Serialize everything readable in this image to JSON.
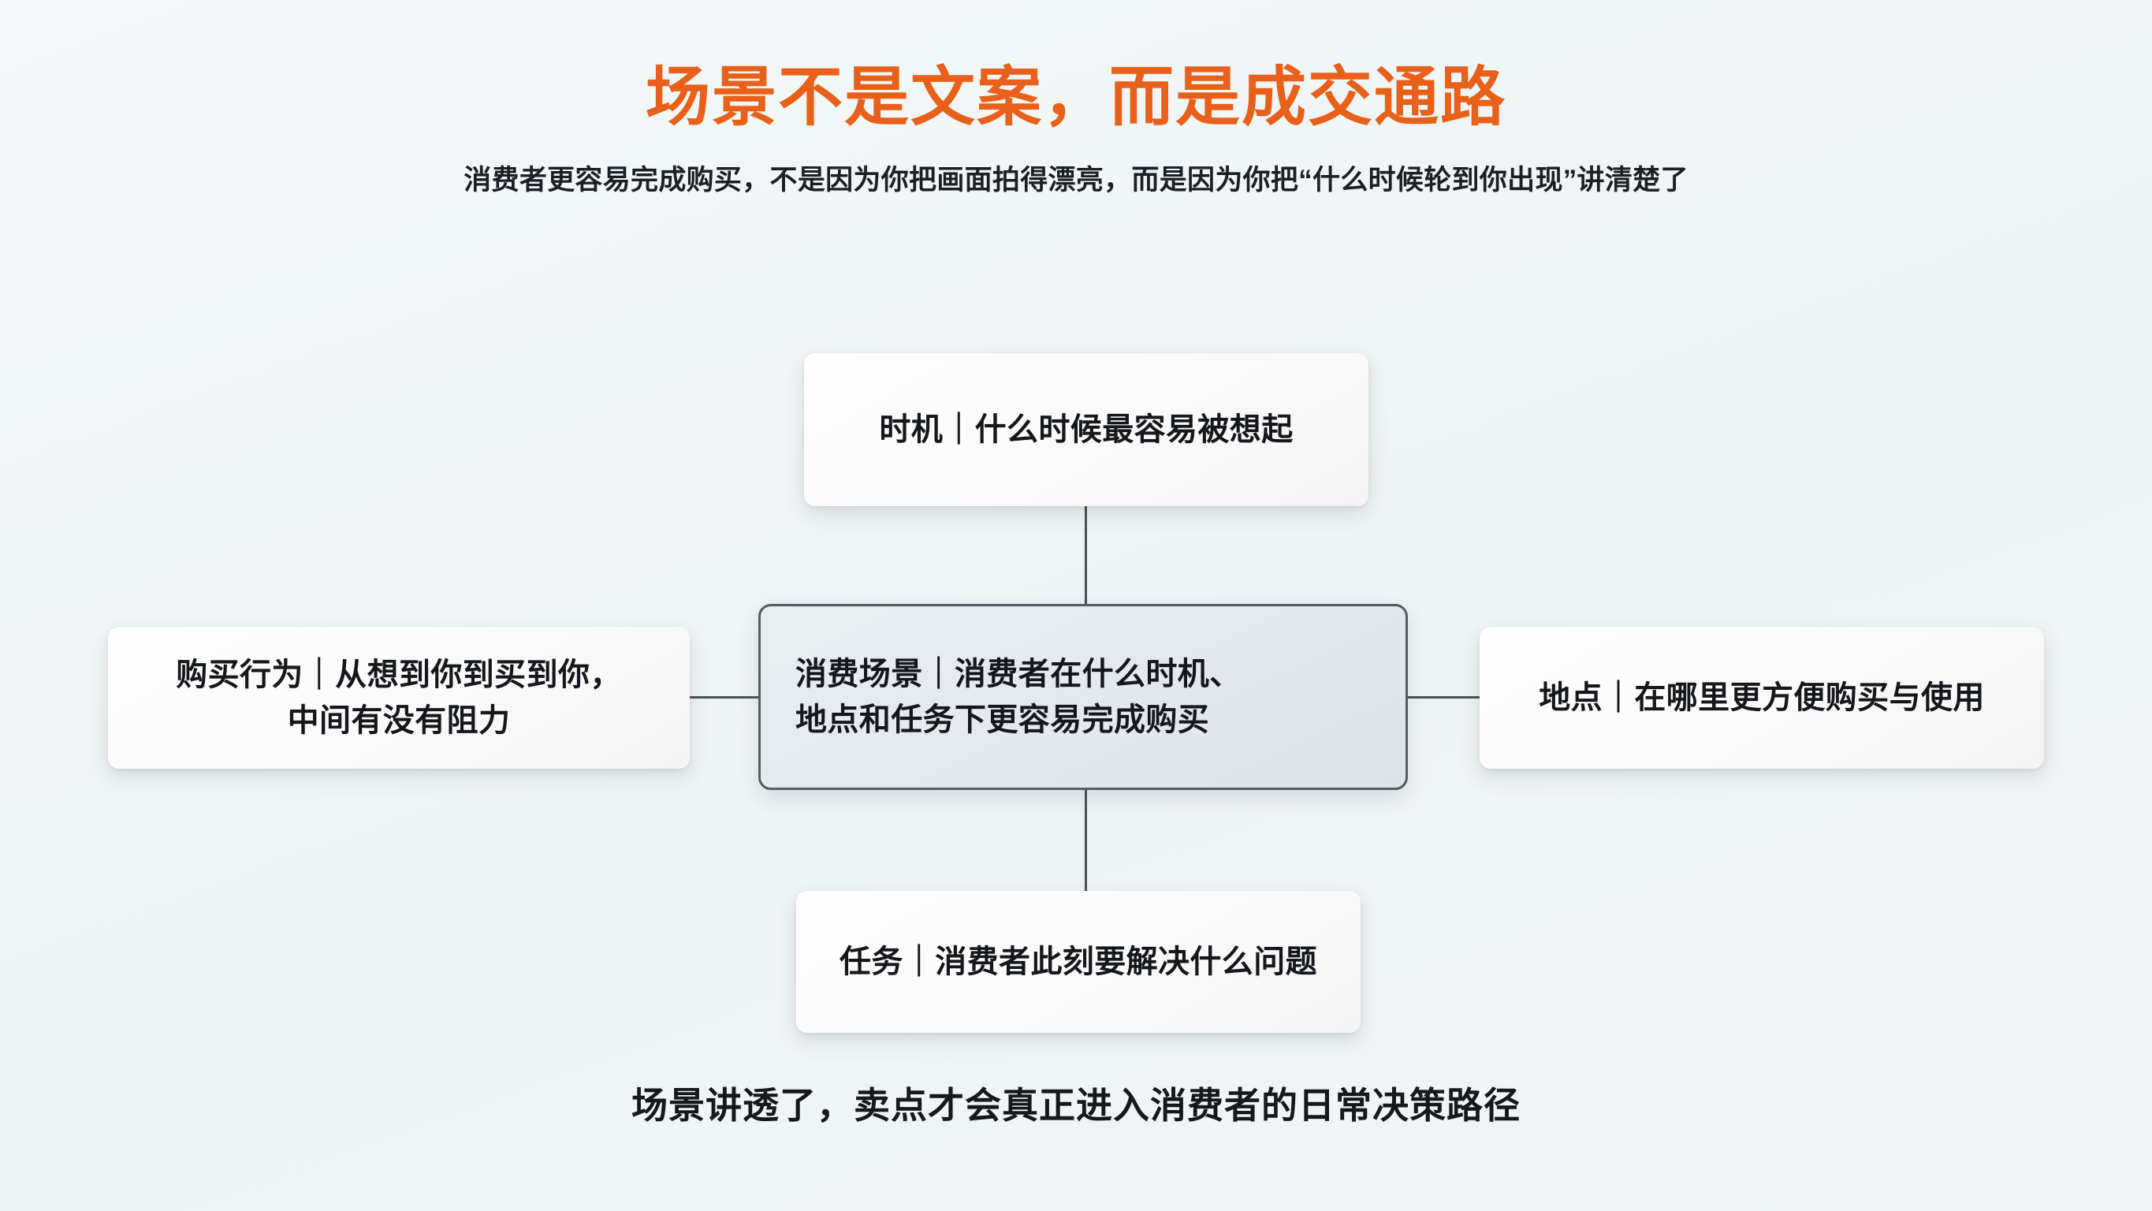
{
  "header": {
    "title": "场景不是文案，而是成交通路",
    "subtitle": "消费者更容易完成购买，不是因为你把画面拍得漂亮，而是因为你把“什么时候轮到你出现”讲清楚了",
    "title_color": "#e8601a",
    "subtitle_color": "#1b1f26"
  },
  "diagram": {
    "background_color": "#f1f5f6",
    "connector_color": "#4a5159",
    "center": {
      "label": "消费场景｜消费者在什么时机、\n地点和任务下更容易完成购买",
      "fill_color": "#e4eaee",
      "border_color": "#545b63"
    },
    "branches": [
      {
        "position": "top",
        "label": "时机｜什么时候最容易被想起",
        "fill_color": "#fdfdfd"
      },
      {
        "position": "left",
        "label": "购买行为｜从想到你到买到你，\n中间有没有阻力",
        "fill_color": "#fdfdfd"
      },
      {
        "position": "right",
        "label": "地点｜在哪里更方便购买与使用",
        "fill_color": "#fdfdfd"
      },
      {
        "position": "bottom",
        "label": "任务｜消费者此刻要解决什么问题",
        "fill_color": "#fdfdfd"
      }
    ]
  },
  "footer": {
    "text": "场景讲透了，卖点才会真正进入消费者的日常决策路径"
  }
}
